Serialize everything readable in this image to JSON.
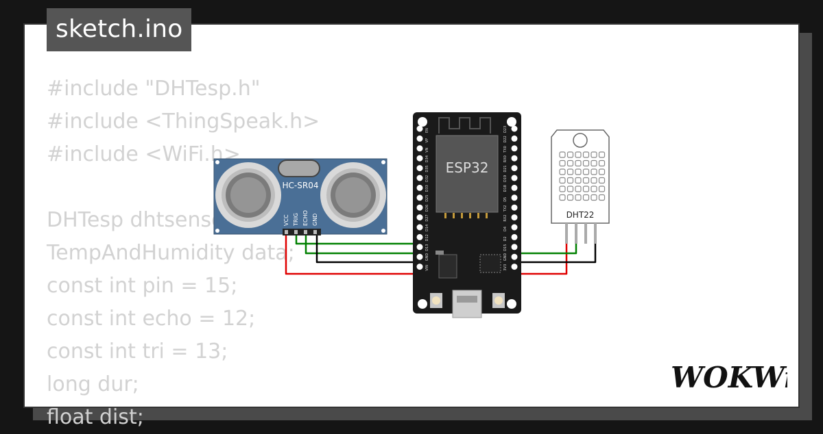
{
  "title": "sketch.ino",
  "code_lines": [
    "#include \"DHTesp.h\"",
    "#include <ThingSpeak.h>",
    "#include <WiFi.h>",
    "",
    "DHTesp dhtsensor;",
    "TempAndHumidity data;",
    "const int pin = 15;",
    "const int echo = 12;",
    "const int tri = 13;",
    "long dur;",
    "float dist;"
  ],
  "components": {
    "ultrasonic": {
      "label": "HC-SR04",
      "pins": [
        "VCC",
        "TRIG",
        "ECHO",
        "GND"
      ]
    },
    "esp32": {
      "label": "ESP32",
      "left_pins": [
        "EN",
        "VP",
        "VN",
        "D34",
        "D35",
        "D32",
        "D33",
        "D25",
        "D26",
        "D27",
        "D14",
        "D12",
        "D13",
        "GND",
        "VIN"
      ],
      "right_pins": [
        "D23",
        "D22",
        "TX0",
        "RX0",
        "D21",
        "D19",
        "D18",
        "D5",
        "TX2",
        "RX2",
        "D4",
        "D2",
        "D15",
        "GND",
        "3V3"
      ]
    },
    "dht": {
      "label": "DHT22"
    }
  },
  "wire_colors": {
    "signal": "#008000",
    "ground": "#000000",
    "power": "#e00000"
  },
  "logo": {
    "text": "WOKWi"
  }
}
